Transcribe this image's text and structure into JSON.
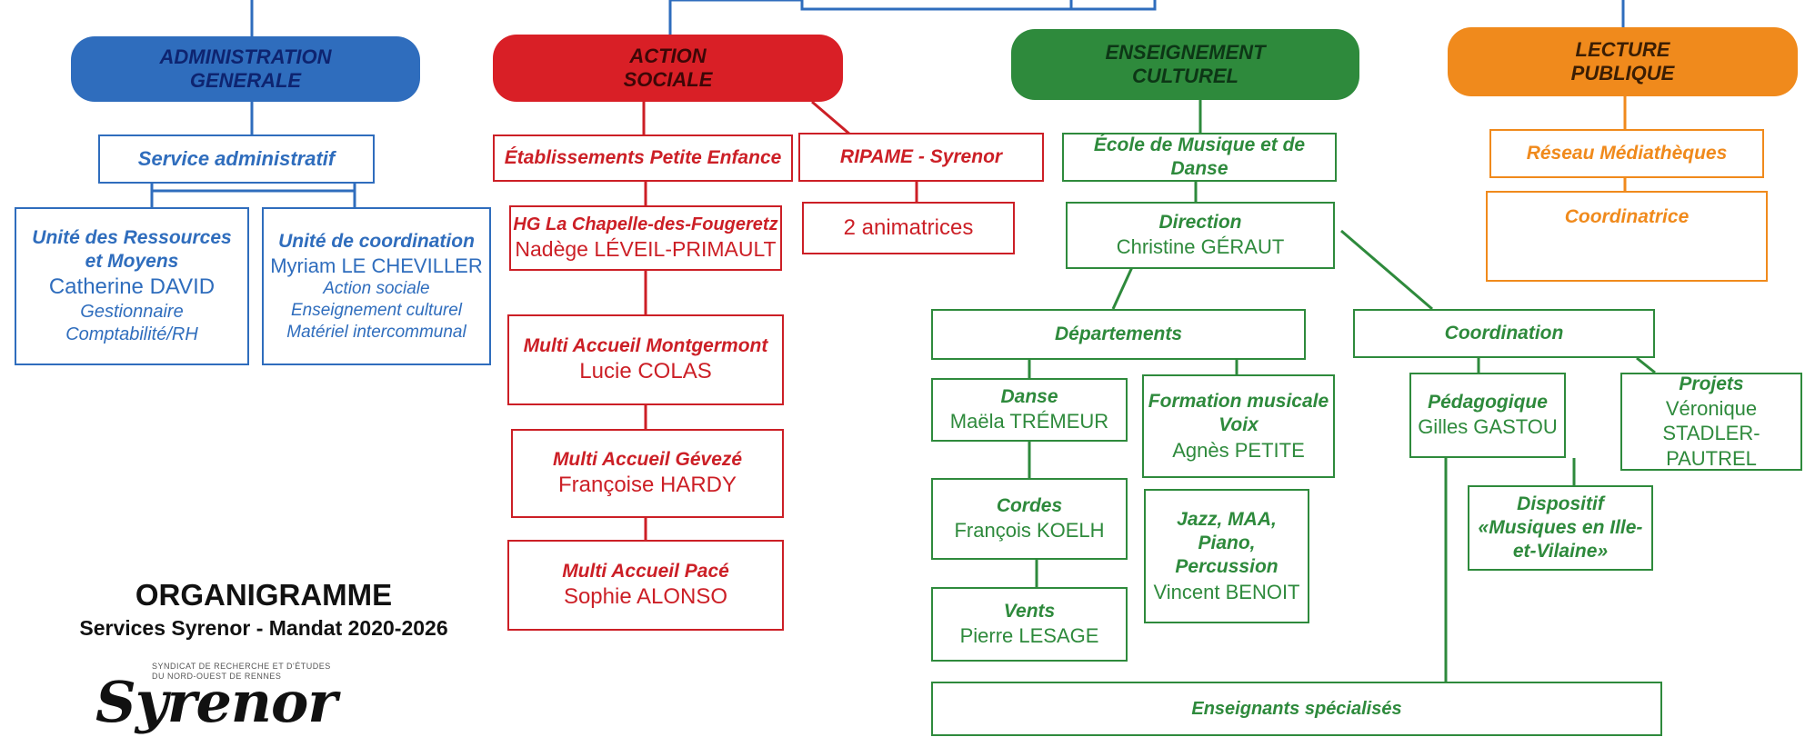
{
  "colors": {
    "admin": "#2f6dbd",
    "social": "#cc1f26",
    "culture": "#2e8a3c",
    "lecture": "#f08a1c"
  },
  "departments": {
    "admin": "ADMINISTRATION GENERALE",
    "social": "ACTION SOCIALE",
    "culture": "ENSEIGNEMENT CULTUREL",
    "lecture": "LECTURE PUBLIQUE"
  },
  "admin": {
    "service": "Service administratif",
    "unit1": {
      "title": "Unité des Ressources et Moyens",
      "name": "Catherine DAVID",
      "role1": "Gestionnaire",
      "role2": "Comptabilité/RH"
    },
    "unit2": {
      "title": "Unité de coordination",
      "name": "Myriam LE CHEVILLER",
      "role1": "Action sociale",
      "role2": "Enseignement culturel",
      "role3": "Matériel intercommunal"
    }
  },
  "social": {
    "etab": "Établissements Petite Enfance",
    "ripame": "RIPAME - Syrenor",
    "ripame_staff": "2 animatrices",
    "hg": {
      "title": "HG La Chapelle-des-Fougeretz",
      "name": "Nadège LÉVEIL-PRIMAULT"
    },
    "montgermont": {
      "title": "Multi Accueil Montgermont",
      "name": "Lucie COLAS"
    },
    "geveze": {
      "title": "Multi Accueil Gévezé",
      "name": "Françoise HARDY"
    },
    "pace": {
      "title": "Multi Accueil Pacé",
      "name": "Sophie ALONSO"
    }
  },
  "culture": {
    "ecole": "École de Musique et de Danse",
    "direction": {
      "title": "Direction",
      "name": "Christine GÉRAUT"
    },
    "departements": "Départements",
    "coordination": "Coordination",
    "danse": {
      "title": "Danse",
      "name": "Maëla TRÉMEUR"
    },
    "formation": {
      "title": "Formation musicale Voix",
      "name": "Agnès PETITE"
    },
    "cordes": {
      "title": "Cordes",
      "name": "François KOELH"
    },
    "jazz": {
      "title": "Jazz, MAA, Piano, Percussion",
      "name": "Vincent BENOIT"
    },
    "vents": {
      "title": "Vents",
      "name": "Pierre LESAGE"
    },
    "pedagogique": {
      "title": "Pédagogique",
      "name": "Gilles GASTOU"
    },
    "projets": {
      "title": "Projets",
      "name1": "Véronique",
      "name2": "STADLER-PAUTREL"
    },
    "dispositif": "Dispositif «Musiques en Ille-et-Vilaine»",
    "enseignants": "Enseignants spécialisés"
  },
  "lecture": {
    "reseau": "Réseau Médiathèques",
    "coordinatrice": "Coordinatrice"
  },
  "title": {
    "line1": "ORGANIGRAMME",
    "line2": "Services Syrenor - Mandat 2020-2026"
  },
  "logo": {
    "line1": "SYNDICAT DE RECHERCHE ET D'ÉTUDES",
    "line2": "DU NORD-OUEST DE RENNES",
    "word": "Syrenor"
  }
}
